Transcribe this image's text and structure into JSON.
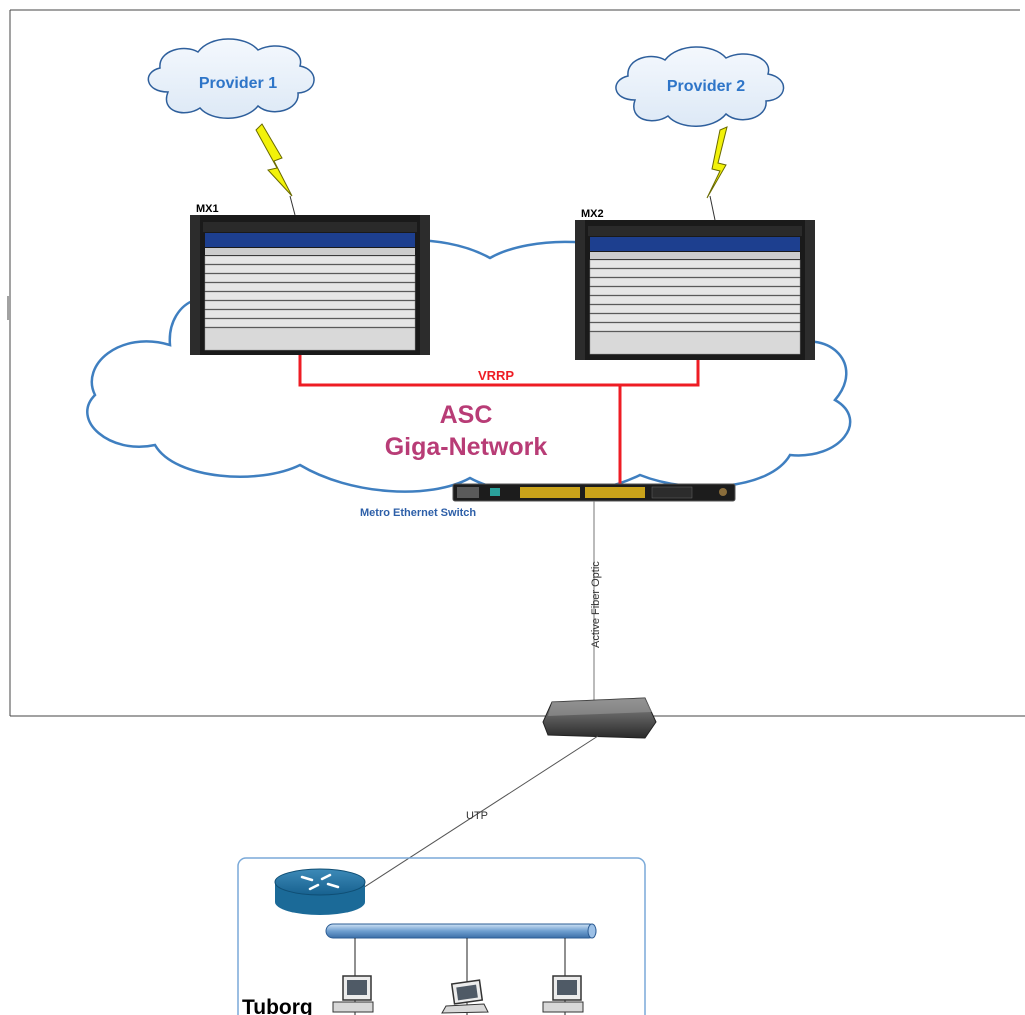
{
  "clouds": {
    "provider1": "Provider 1",
    "provider2": "Provider 2"
  },
  "routers": {
    "mx1": "MX1",
    "mx2": "MX2"
  },
  "network": {
    "line1": "ASC",
    "line2": "Giga-Network",
    "vrrp": "VRRP"
  },
  "switch": {
    "label": "Metro Ethernet Switch"
  },
  "links": {
    "fiber": "Active Fiber Optic",
    "utp": "UTP"
  },
  "site": {
    "name": "Tuborg"
  },
  "colors": {
    "provider_text": "#2e75c8",
    "network_text": "#b83c76",
    "vrrp_line": "#ee1c24",
    "cloud_outline": "#3f7fc0",
    "switch_label": "#2d5fa8"
  }
}
